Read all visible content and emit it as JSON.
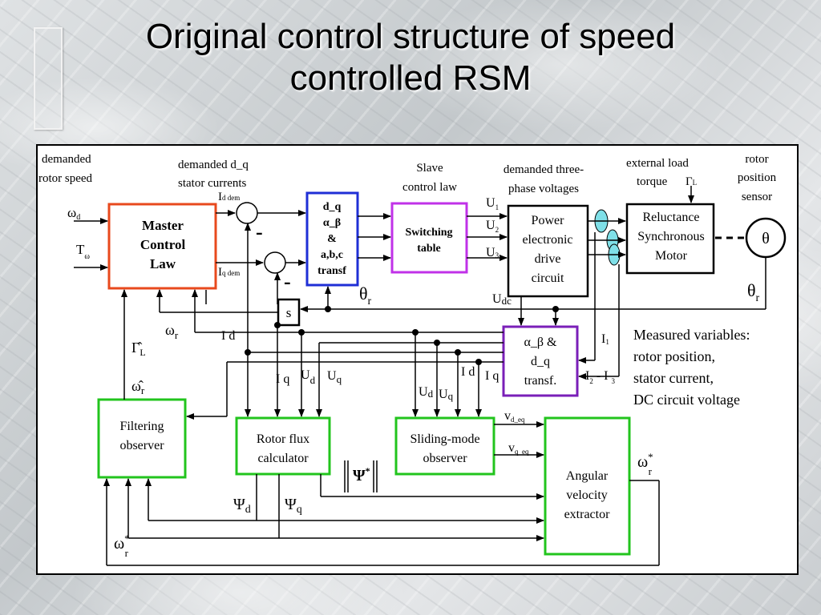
{
  "slide": {
    "title_line1": "Original control structure of speed",
    "title_line2": "controlled RSM"
  },
  "labels": {
    "demanded_rotor_speed_1": "demanded",
    "demanded_rotor_speed_2": "rotor speed",
    "demanded_dq_1": "demanded d_q",
    "demanded_dq_2": "stator currents",
    "slave_1": "Slave",
    "slave_2": "control law",
    "three_phase_1": "demanded three-",
    "three_phase_2": "phase voltages",
    "ext_load_1": "external load",
    "ext_load_2": "torque",
    "gamma_L": "Γ",
    "gamma_L_sub": "L",
    "rotor_sensor_1": "rotor",
    "rotor_sensor_2": "position",
    "rotor_sensor_3": "sensor",
    "omega": "ω",
    "omega_d_sub": "d",
    "T": "T",
    "T_sub": "ω",
    "I": "I",
    "Id_dem_sub": "d dem",
    "Iq_dem_sub": "q dem",
    "minus": "-",
    "U": "U",
    "U1_sub": "1",
    "U2_sub": "2",
    "U3_sub": "3",
    "Udc_sub": "dc",
    "theta": "θ",
    "theta_sub": "r",
    "s": "s",
    "omega_r_sub": "r",
    "Id_label": "I d",
    "Iq_label": "I q",
    "d_sub": "d",
    "q_sub": "q",
    "I1_sub": "1",
    "I2_sub": "2",
    "I3_sub": "3",
    "I2_I3_mid": " - I ",
    "gamma_hat": "Γ̂",
    "omega_hat": "ω̂",
    "v": "v",
    "vd_sub": "d_eq",
    "vq_sub": "q_eq",
    "Psi": "Ψ",
    "Psi_norm": "Ψ",
    "star": "*",
    "measured_1": "Measured variables:",
    "measured_2": "rotor position,",
    "measured_3": "stator current,",
    "measured_4": "DC circuit voltage"
  },
  "blocks": {
    "master_1": "Master",
    "master_2": "Control",
    "master_3": "Law",
    "dq_1": "d_q",
    "dq_2": "α_β",
    "dq_3": "&",
    "dq_4": "a,b,c",
    "dq_5": "transf",
    "switch_1": "Switching",
    "switch_2": "table",
    "power_1": "Power",
    "power_2": "electronic",
    "power_3": "drive",
    "power_4": "circuit",
    "motor_1": "Reluctance",
    "motor_2": "Synchronous",
    "motor_3": "Motor",
    "sensor": "θ",
    "ab_1": "α_β &",
    "ab_2": "d_q",
    "ab_3": "transf.",
    "filter_1": "Filtering",
    "filter_2": "observer",
    "flux_1": "Rotor flux",
    "flux_2": "calculator",
    "sliding_1": "Sliding-mode",
    "sliding_2": "observer",
    "angular_1": "Angular",
    "angular_2": "velocity",
    "angular_3": "extractor"
  },
  "colors": {
    "master": "#e8491d",
    "dq": "#1f2fd6",
    "switching": "#c032e8",
    "alpha_beta": "#7a1fb8",
    "observers": "#22c41d",
    "cyan": "#7fe0e8"
  }
}
